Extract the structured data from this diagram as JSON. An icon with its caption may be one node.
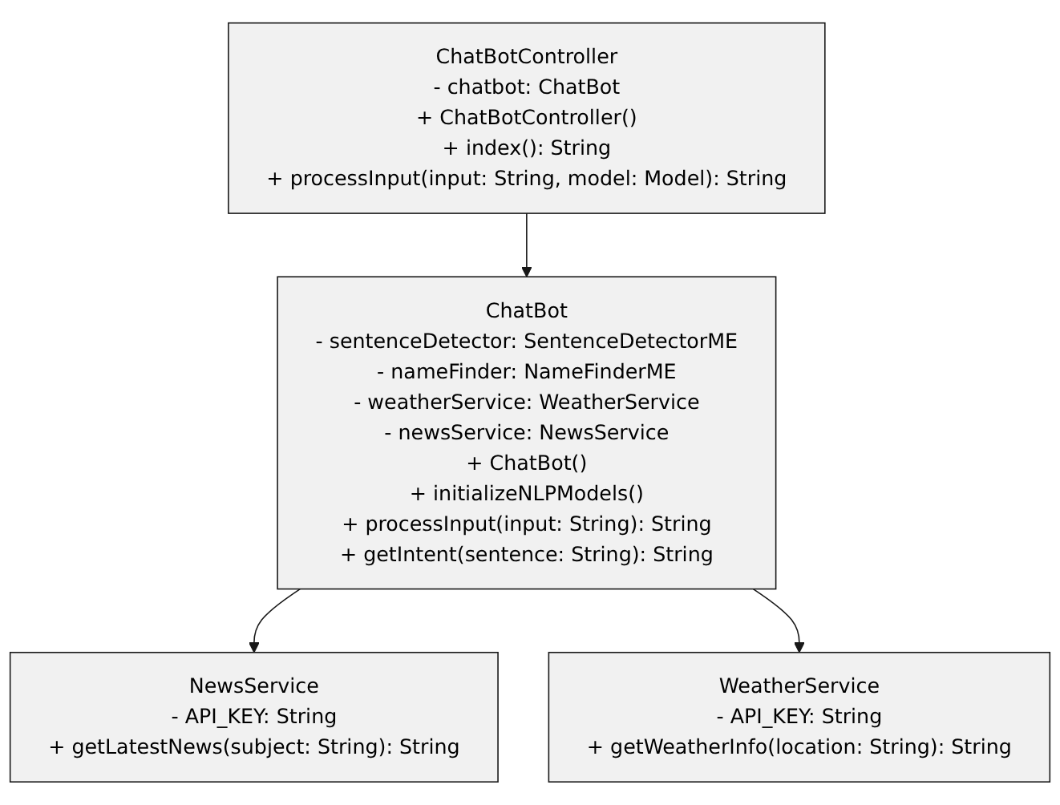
{
  "diagram": {
    "nodes": [
      {
        "text": [
          "ChatBotController",
          "- chatbot: ChatBot",
          "+ ChatBotController()",
          "+ index(): String",
          "+ processInput(input: String, model: Model): String"
        ]
      },
      {
        "text": [
          "ChatBot",
          "- sentenceDetector: SentenceDetectorME",
          "- nameFinder: NameFinderME",
          "- weatherService: WeatherService",
          "- newsService: NewsService",
          "+ ChatBot()",
          "+ initializeNLPModels()",
          "+ processInput(input: String): String",
          "+ getIntent(sentence: String): String"
        ]
      },
      {
        "text": [
          "NewsService",
          "- API_KEY: String",
          "+ getLatestNews(subject: String): String"
        ]
      },
      {
        "text": [
          "WeatherService",
          "- API_KEY: String",
          "+ getWeatherInfo(location: String): String"
        ]
      }
    ],
    "edges": [
      {
        "from": 0,
        "to": 1,
        "arrow": "to"
      },
      {
        "from": 1,
        "to": 2,
        "arrow": "to"
      },
      {
        "from": 1,
        "to": 3,
        "arrow": "to"
      }
    ]
  }
}
